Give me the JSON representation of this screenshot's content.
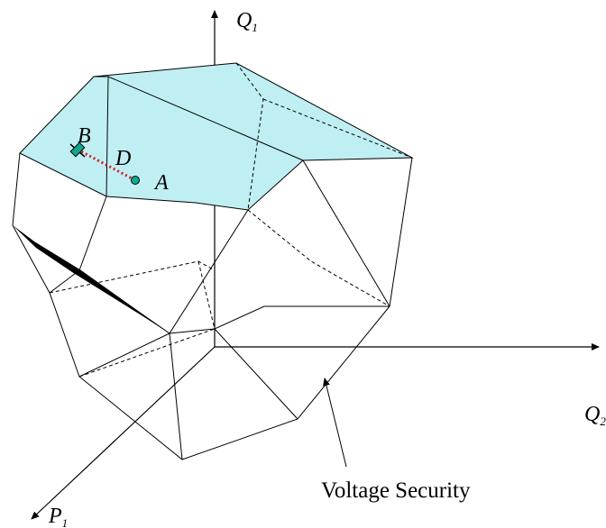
{
  "labels": {
    "q1": "Q",
    "q1_sub": "1",
    "q2": "Q",
    "q2_sub": "2",
    "p1": "P",
    "p1_sub": "1",
    "point_a": "A",
    "point_b": "B",
    "point_d": "D",
    "voltage_security": "Voltage Security"
  },
  "colors": {
    "top_face": "#bfeff3",
    "operating_point": "#0fa88f",
    "path_dots": "#d42020",
    "edge": "#000000"
  }
}
